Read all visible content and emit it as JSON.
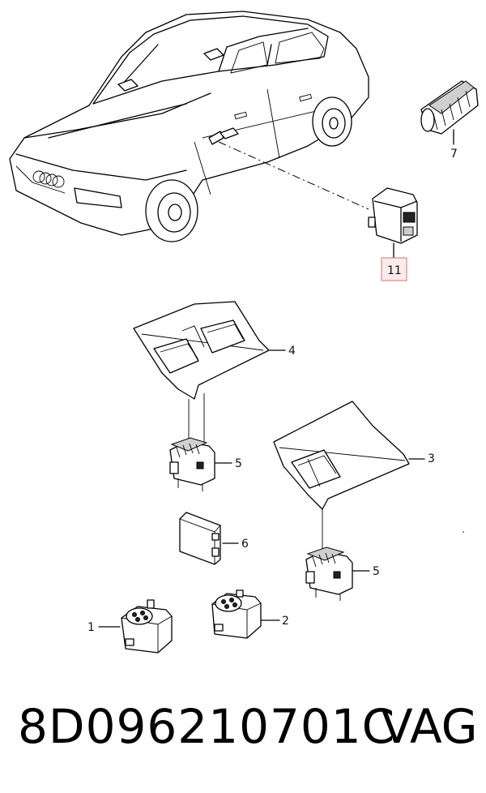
{
  "callouts": {
    "c1": "1",
    "c2": "2",
    "c3": "3",
    "c4": "4",
    "c5a": "5",
    "c5b": "5",
    "c6": "6",
    "c7": "7",
    "c11": "11"
  },
  "footer": {
    "part_number": "8D096210701C",
    "brand": "VAG"
  },
  "colors": {
    "highlight_box_fill": "#fbeaea",
    "highlight_box_stroke": "#d98a8a"
  }
}
